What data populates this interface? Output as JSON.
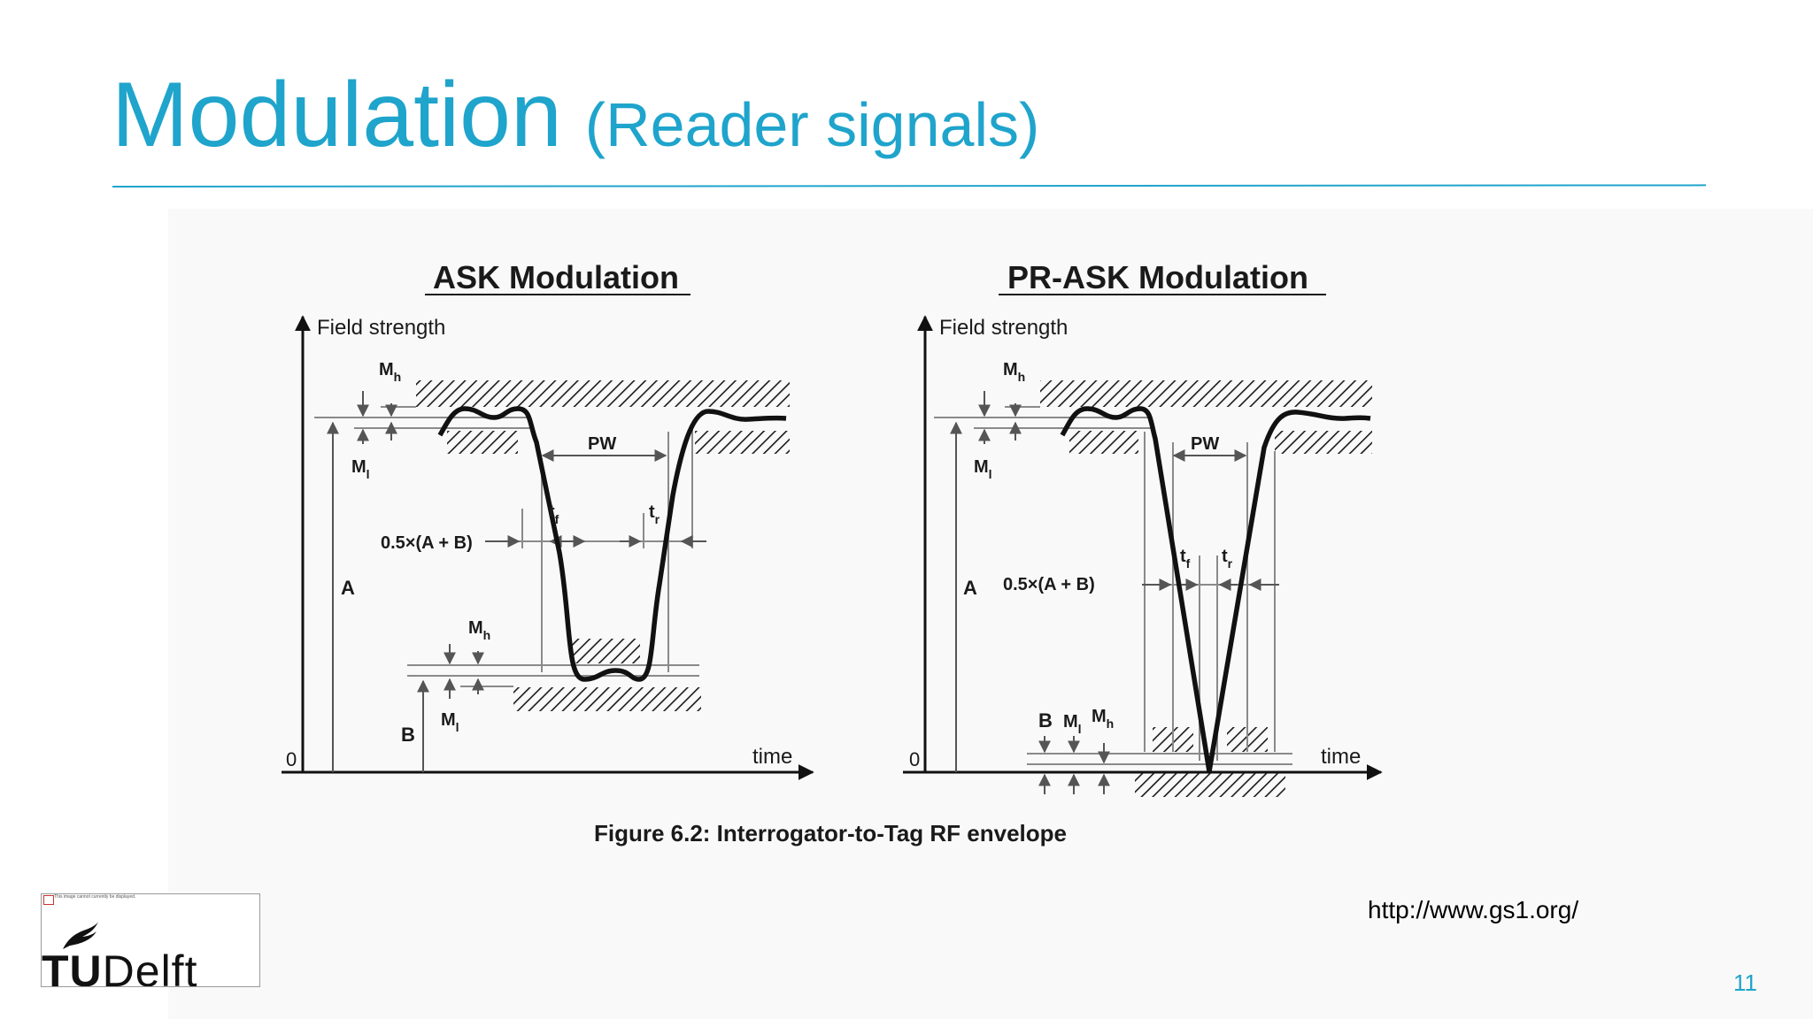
{
  "slide": {
    "title_main": "Modulation",
    "title_sub": "(Reader signals)",
    "source_url": "http://www.gs1.org/",
    "page_number": "11"
  },
  "figure": {
    "caption": "Figure 6.2: Interrogator-to-Tag RF envelope",
    "ask": {
      "title": "ASK Modulation",
      "y_axis_label": "Field strength",
      "x_axis_label": "time",
      "origin_label": "0",
      "label_A": "A",
      "label_B": "B",
      "label_half": "0.5×(A + B)",
      "label_PW": "PW"
    },
    "prask": {
      "title": "PR-ASK Modulation",
      "y_axis_label": "Field strength",
      "x_axis_label": "time",
      "origin_label": "0",
      "label_A": "A",
      "label_B": "B",
      "label_half": "0.5×(A + B)",
      "label_PW": "PW"
    },
    "sym": {
      "M": "M",
      "h": "h",
      "l": "l",
      "t": "t",
      "f": "f",
      "r": "r"
    }
  },
  "logo": {
    "text_tu": "TU",
    "text_delft": "Delft",
    "broken_note": "This image cannot currently be displayed."
  },
  "colors": {
    "accent": "#1fa4cc",
    "line": "#1a1a1a",
    "guide": "#8a8a8a"
  }
}
